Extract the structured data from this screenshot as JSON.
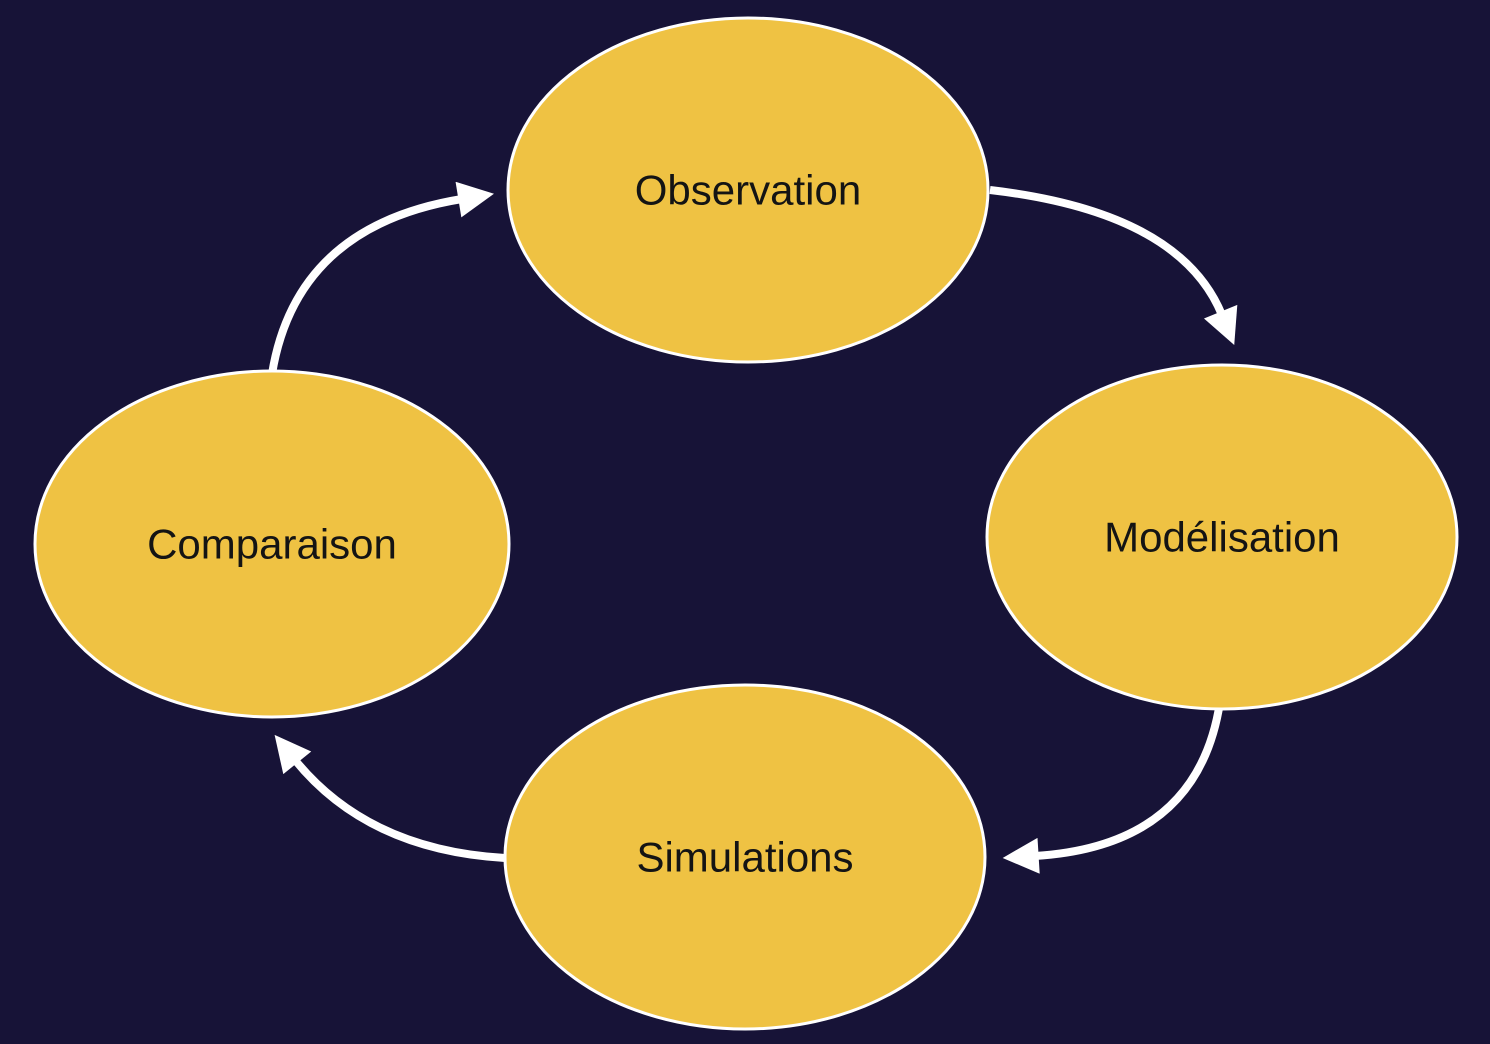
{
  "diagram": {
    "kind": "cycle",
    "nodes": [
      {
        "id": "observation",
        "label": "Observation"
      },
      {
        "id": "modelisation",
        "label": "Modélisation"
      },
      {
        "id": "simulations",
        "label": "Simulations"
      },
      {
        "id": "comparaison",
        "label": "Comparaison"
      }
    ],
    "arrows": [
      {
        "from": "comparaison",
        "to": "observation"
      },
      {
        "from": "observation",
        "to": "modelisation"
      },
      {
        "from": "modelisation",
        "to": "simulations"
      },
      {
        "from": "simulations",
        "to": "comparaison"
      }
    ]
  },
  "colors": {
    "background": "#171337",
    "node_fill": "#efc243",
    "node_border": "#ffffff",
    "arrow": "#ffffff",
    "label_text": "#141414"
  }
}
